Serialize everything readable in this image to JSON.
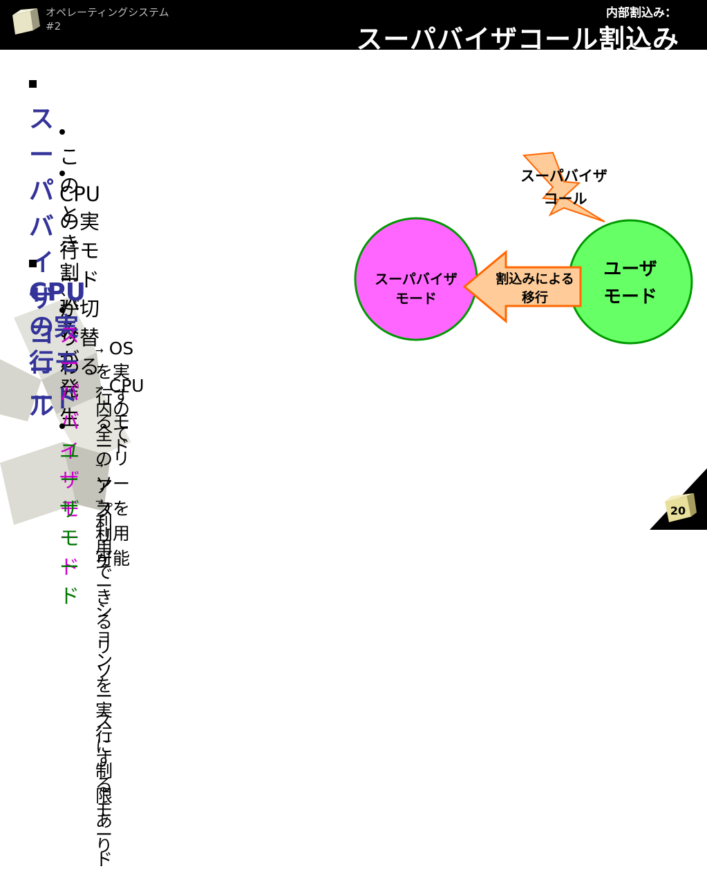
{
  "header": {
    "course_line1": "オペレーティングシステム",
    "course_line2": "#2",
    "subtitle": "内部割込み：",
    "title": "スーパバイザコール割込み"
  },
  "bullets": {
    "b1": {
      "text": "スーパバイザコール",
      "items": [
        "このとき割込みが発生",
        "CPUの実行モードが切り替わる"
      ]
    },
    "b2": {
      "text": "CPUの実行モード",
      "supervisor": {
        "text": "スーパバイザモード",
        "items": [
          "OSを実行するモード",
          "CPU内の全てのリソースを利用可能"
        ]
      },
      "user": {
        "text": "ユーザモード",
        "items": [
          "アプリケーションを実行するモード",
          "利用できるリソースに制限あり"
        ]
      }
    }
  },
  "diagram": {
    "supervisor_circle": {
      "line1": "スーパバイザ",
      "line2": "モード",
      "color": "#ff66ff"
    },
    "user_circle": {
      "line1": "ユーザ",
      "line2": "モード",
      "color": "#66ff66"
    },
    "arrow": {
      "line1": "割込みによる",
      "line2": "移行",
      "color": "#ffcc99"
    },
    "callout": {
      "line1": "スーパバイザ",
      "line2": "コール",
      "color": "#ffcc99"
    }
  },
  "page_number": "20",
  "colors": {
    "accent_blue": "#333399",
    "magenta": "#cc00cc",
    "green": "#007700",
    "arrow_border": "#ff6600"
  }
}
